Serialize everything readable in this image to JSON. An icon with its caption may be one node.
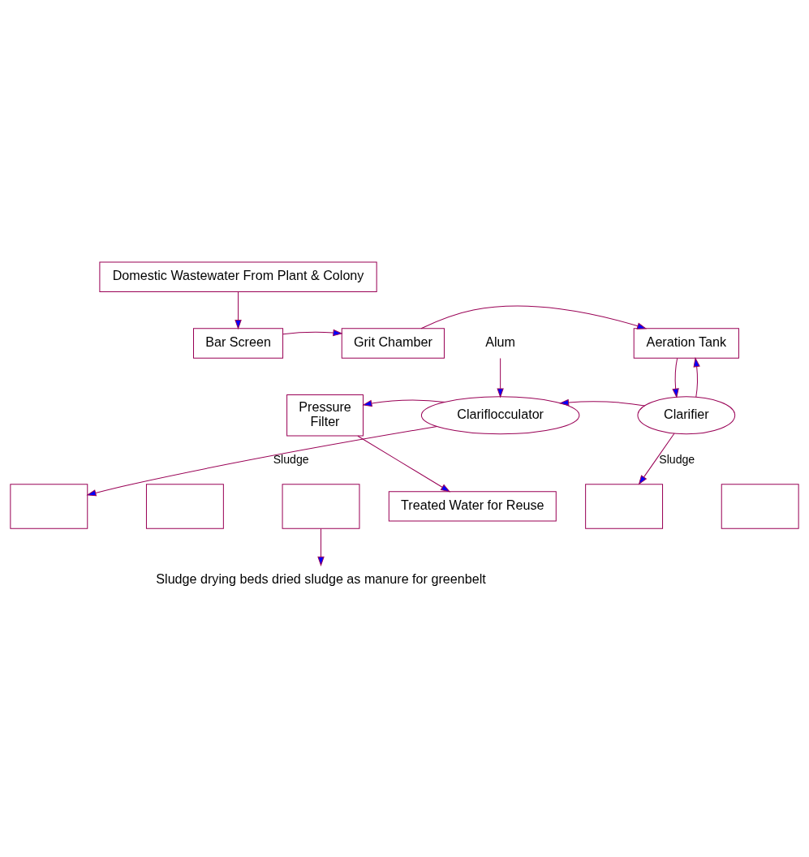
{
  "diagram": {
    "nodes": [
      {
        "text": [
          "Domestic Wastewater From Plant & Colony"
        ]
      },
      {
        "text": [
          "Bar Screen"
        ]
      },
      {
        "text": [
          "Grit Chamber"
        ]
      },
      {
        "text": [
          "Aeration Tank"
        ]
      },
      {
        "text": [
          "Alum"
        ]
      },
      {
        "text": [
          "Pressure",
          "Filter"
        ]
      },
      {
        "text": [
          "Clariflocculator"
        ]
      },
      {
        "text": [
          "Clarifier"
        ]
      },
      {
        "text": [
          "Treated Water for Reuse"
        ]
      },
      {
        "text": [],
        "shape": "box"
      },
      {
        "text": [],
        "shape": "box"
      },
      {
        "text": [],
        "shape": "box"
      },
      {
        "text": [],
        "shape": "box"
      },
      {
        "text": [],
        "shape": "box"
      },
      {
        "text": [
          "Sludge drying beds dried sludge as manure for greenbelt"
        ]
      }
    ],
    "edges": [
      {
        "from": 0,
        "to": 1,
        "arrow": "to"
      },
      {
        "from": 1,
        "to": 2,
        "arrow": "to"
      },
      {
        "from": 2,
        "to": 3,
        "arrow": "to"
      },
      {
        "from": 3,
        "to": 7,
        "arrow": "to"
      },
      {
        "from": 7,
        "to": 3,
        "arrow": "to"
      },
      {
        "from": 7,
        "to": 6,
        "arrow": "to"
      },
      {
        "from": 4,
        "to": 6,
        "arrow": "to"
      },
      {
        "from": 6,
        "to": 5,
        "arrow": "to"
      },
      {
        "from": 5,
        "to": 8,
        "arrow": "to"
      },
      {
        "from": 6,
        "to": 9,
        "arrow": "to",
        "label": "Sludge"
      },
      {
        "from": 7,
        "to": 12,
        "arrow": "to",
        "label": "Sludge"
      },
      {
        "from": 11,
        "to": 14,
        "arrow": "to"
      }
    ]
  }
}
